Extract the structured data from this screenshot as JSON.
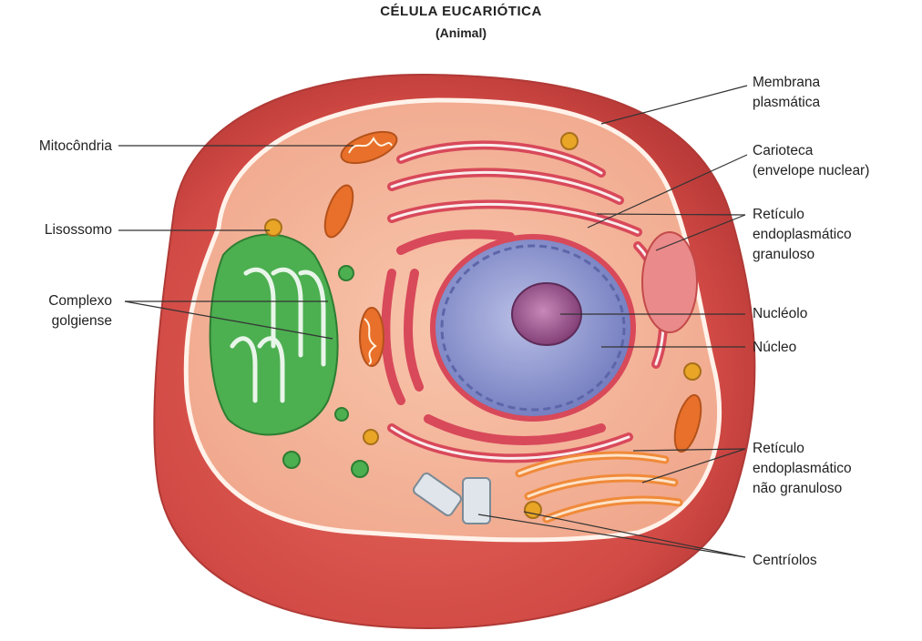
{
  "title": "CÉLULA EUCARIÓTICA",
  "subtitle": "(Animal)",
  "labels": {
    "mitocondria": "Mitocôndria",
    "lisossomo": "Lisossomo",
    "complexo_l1": "Complexo",
    "complexo_l2": "golgiense",
    "membrana_l1": "Membrana",
    "membrana_l2": "plasmática",
    "carioteca_l1": "Carioteca",
    "carioteca_l2": "(envelope nuclear)",
    "reg_l1": "Retículo",
    "reg_l2": "endoplasmático",
    "reg_l3": "granuloso",
    "nucleolo": "Nucléolo",
    "nucleo": "Núcleo",
    "reng_l1": "Retículo",
    "reng_l2": "endoplasmático",
    "reng_l3": "não granuloso",
    "centriolos": "Centríolos"
  },
  "colors": {
    "cytoplasm_outer": "#d9534f",
    "cytoplasm_inner": "#f4b59a",
    "golgi": "#4caf50",
    "nucleus": "#8c95cf",
    "nucleolus": "#8e4a82",
    "rough_er": "#d8495a",
    "smooth_er": "#f08a3a",
    "mitochondria": "#e8702a",
    "lysosome": "#e8a526"
  }
}
